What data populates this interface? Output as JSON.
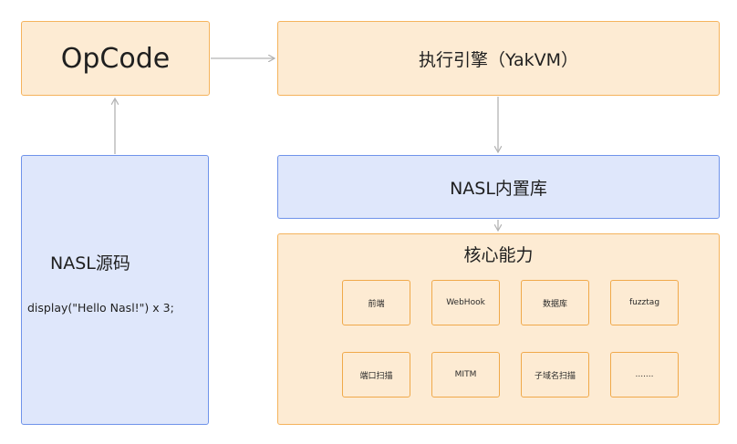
{
  "diagram": {
    "opcode_label": "OpCode",
    "engine_label": "执行引擎（YakVM）",
    "library_label": "NASL内置库",
    "core": {
      "title": "核心能力",
      "items": [
        "前端",
        "WebHook",
        "数据库",
        "fuzztag",
        "端口扫描",
        "MITM",
        "子域名扫描",
        "......."
      ]
    },
    "source": {
      "title": "NASL源码",
      "code": "display(\"Hello Nasl!\") x 3;"
    },
    "colors": {
      "orange_fill": "#fdebd3",
      "orange_border": "#f5b35c",
      "blue_fill": "#dfe7fb",
      "blue_border": "#6f93ea",
      "arrow": "#b3b3b3"
    }
  }
}
